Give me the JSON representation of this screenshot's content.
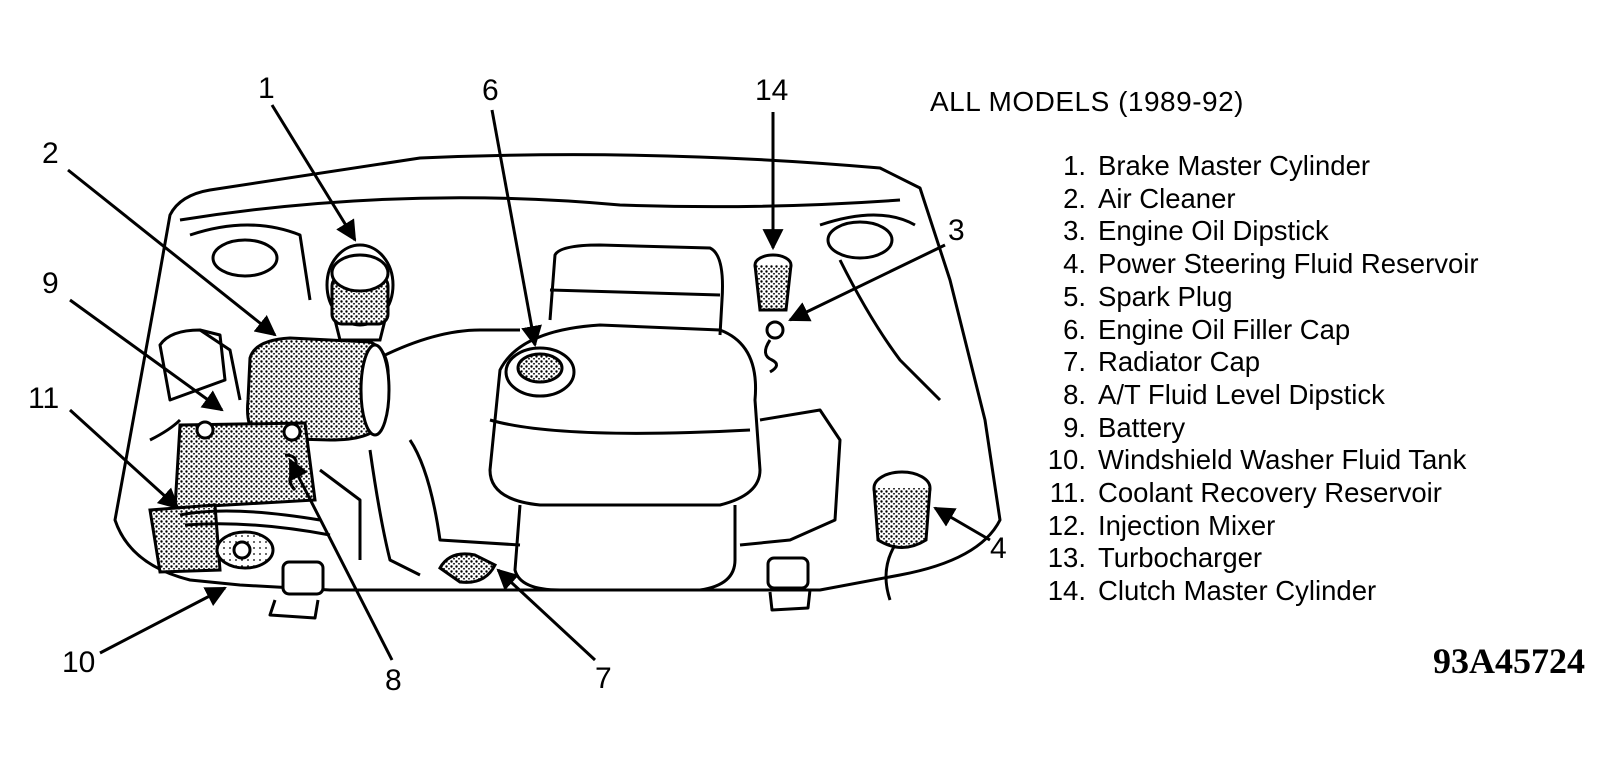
{
  "title": "ALL MODELS (1989-92)",
  "figure_code": "93A45724",
  "legend": [
    {
      "num": "1.",
      "label": "Brake Master Cylinder"
    },
    {
      "num": "2.",
      "label": "Air Cleaner"
    },
    {
      "num": "3.",
      "label": "Engine Oil Dipstick"
    },
    {
      "num": "4.",
      "label": "Power Steering Fluid Reservoir"
    },
    {
      "num": "5.",
      "label": "Spark Plug"
    },
    {
      "num": "6.",
      "label": "Engine Oil Filler Cap"
    },
    {
      "num": "7.",
      "label": "Radiator Cap"
    },
    {
      "num": "8.",
      "label": "A/T Fluid Level Dipstick"
    },
    {
      "num": "9.",
      "label": "Battery"
    },
    {
      "num": "10.",
      "label": "Windshield Washer Fluid Tank"
    },
    {
      "num": "11.",
      "label": "Coolant Recovery Reservoir"
    },
    {
      "num": "12.",
      "label": "Injection Mixer"
    },
    {
      "num": "13.",
      "label": "Turbocharger"
    },
    {
      "num": "14.",
      "label": "Clutch Master Cylinder"
    }
  ],
  "callouts": [
    "1",
    "2",
    "3",
    "4",
    "6",
    "7",
    "8",
    "9",
    "10",
    "11",
    "14"
  ]
}
